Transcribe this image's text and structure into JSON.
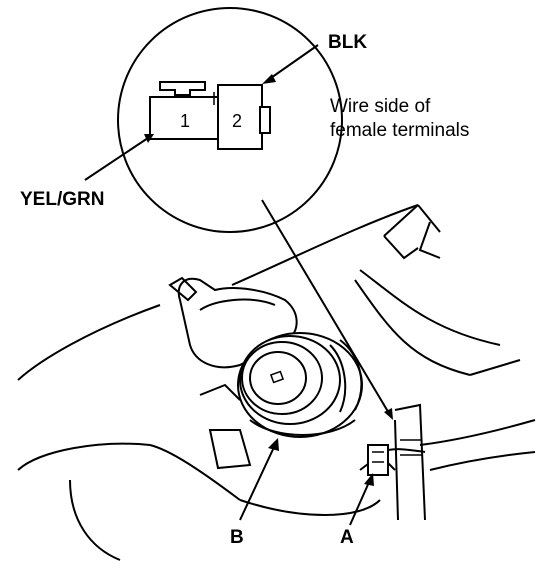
{
  "labels": {
    "blk": "BLK",
    "yel_grn": "YEL/GRN",
    "note_line1": "Wire side of",
    "note_line2": "female terminals",
    "pin1": "1",
    "pin2": "2",
    "callout_a": "A",
    "callout_b": "B"
  }
}
